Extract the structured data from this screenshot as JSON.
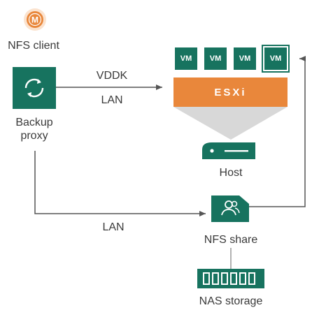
{
  "nodes": {
    "nfs_client": "NFS client",
    "backup_proxy": "Backup\nproxy",
    "host": "Host",
    "nfs_share": "NFS share",
    "nas_storage": "NAS storage",
    "esxi": "ESXi",
    "vm_label": "VM",
    "nfs_client_badge": "M"
  },
  "connections": {
    "vddk": "VDDK",
    "lan_top": "LAN",
    "lan_bottom": "LAN"
  },
  "vms": [
    "VM",
    "VM",
    "VM",
    "VM"
  ],
  "colors": {
    "green": "#17735f",
    "orange": "#e9873b",
    "line": "#555555"
  }
}
